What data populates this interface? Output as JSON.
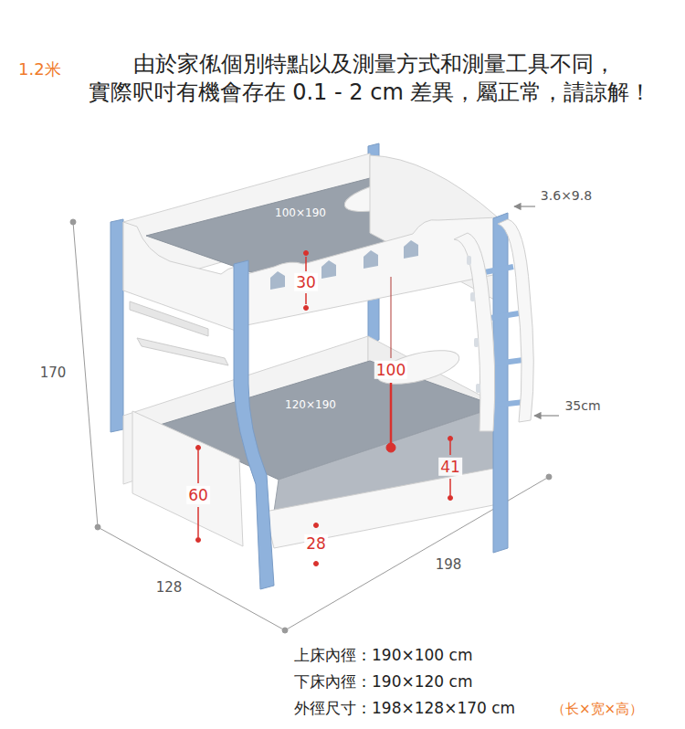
{
  "diagram": {
    "labels": [
      "1.2米",
      "由於家俬個別特點以及測量方式和測量工具不同，",
      "實際呎吋有機會存在 0.1 - 2 cm 差異，屬正常，請諒解！",
      "100×190",
      "30",
      "100",
      "120×190",
      "60",
      "41",
      "28",
      "170",
      "128",
      "198",
      "3.6×9.8",
      "35cm",
      "上床內徑：190×100 cm",
      "下床內徑：190×120 cm",
      "外徑尺寸：198×128×170 cm",
      "（长×宽×高）"
    ]
  }
}
